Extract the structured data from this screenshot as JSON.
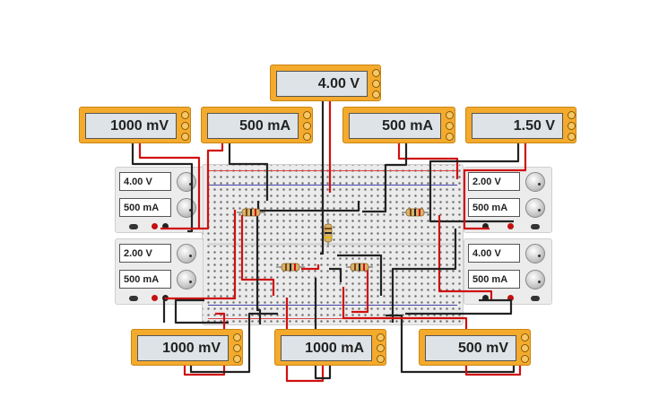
{
  "meters": {
    "top_center": {
      "reading": "4.00 V"
    },
    "top_left1": {
      "reading": "1000 mV"
    },
    "top_left2": {
      "reading": "500 mA"
    },
    "top_right1": {
      "reading": "500 mA"
    },
    "top_right2": {
      "reading": "1.50 V"
    },
    "bottom_left": {
      "reading": "1000 mV"
    },
    "bottom_center": {
      "reading": "1000 mA"
    },
    "bottom_right": {
      "reading": "500 mV"
    }
  },
  "supplies": {
    "left_top": {
      "voltage": "4.00 V",
      "current": "500 mA"
    },
    "left_bottom": {
      "voltage": "2.00 V",
      "current": "500 mA"
    },
    "right_top": {
      "voltage": "2.00 V",
      "current": "500 mA"
    },
    "right_bottom": {
      "voltage": "4.00 V",
      "current": "500 mA"
    }
  },
  "colors": {
    "meter_body": "#f4aa2c",
    "wire_red": "#d01010",
    "wire_black": "#222222"
  }
}
